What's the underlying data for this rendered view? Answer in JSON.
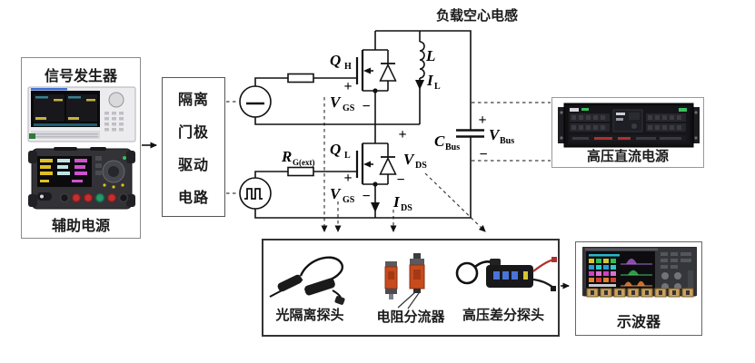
{
  "title_top": "负载空心电感",
  "left_panel": {
    "title": "信号发生器",
    "bottom_label": "辅助电源"
  },
  "driver_box": {
    "lines": [
      "隔离",
      "门极",
      "驱动",
      "电路"
    ]
  },
  "hv_supply": {
    "label": "高压直流电源"
  },
  "probe_box": {
    "probe1": "光隔离探头",
    "probe2": "电阻分流器",
    "probe3": "高压差分探头"
  },
  "scope": {
    "label": "示波器"
  },
  "circuit": {
    "qh_main": "Q",
    "qh_sub": "H",
    "ql_main": "Q",
    "ql_sub": "L",
    "vgs_main": "V",
    "vgs_sub": "GS",
    "vds_main": "V",
    "vds_sub": "DS",
    "ids_main": "I",
    "ids_sub": "DS",
    "l_label": "L",
    "il_main": "I",
    "il_sub": "L",
    "rg_main": "R",
    "rg_sub": "G(ext)",
    "cbus_main": "C",
    "cbus_sub": "Bus",
    "vbus_main": "V",
    "vbus_sub": "Bus",
    "plus": "+",
    "minus": "−"
  },
  "colors": {
    "shunt_orange": "#c84b1d",
    "probe_button_blue": "#4a74d8",
    "scope_connector_gold": "#c9a25f",
    "wire_black": "#111111"
  }
}
